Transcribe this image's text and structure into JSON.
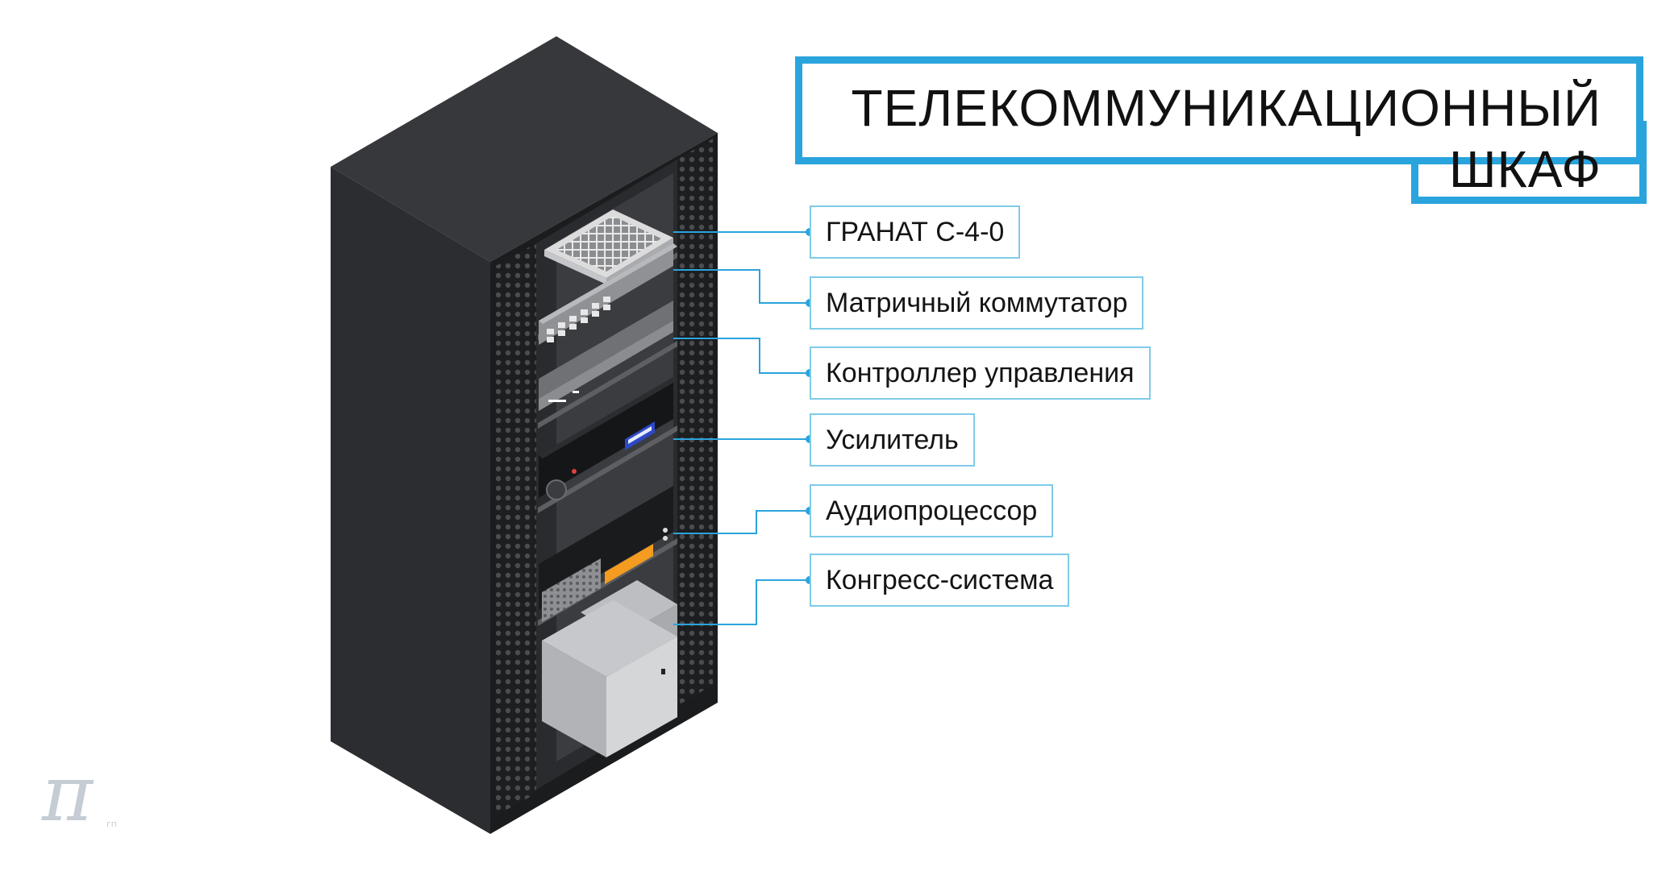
{
  "title": {
    "line1": "ТЕЛЕКОММУНИКАЦИОННЫЙ",
    "line2": "ШКАФ"
  },
  "labels": [
    {
      "text": "ГРАНАТ С-4-0"
    },
    {
      "text": "Матричный коммутатор"
    },
    {
      "text": "Контроллер управления"
    },
    {
      "text": "Усилитель"
    },
    {
      "text": "Аудиопроцессор"
    },
    {
      "text": "Конгресс-система"
    }
  ],
  "logo": {
    "glyph": "π",
    "caption": "гп"
  },
  "colors": {
    "accent": "#2aa4dd",
    "label_border": "#7fcbe8",
    "cabinet": "#2b2c2f",
    "cabinet_top": "#343539",
    "logo": "#c5ccd3"
  }
}
